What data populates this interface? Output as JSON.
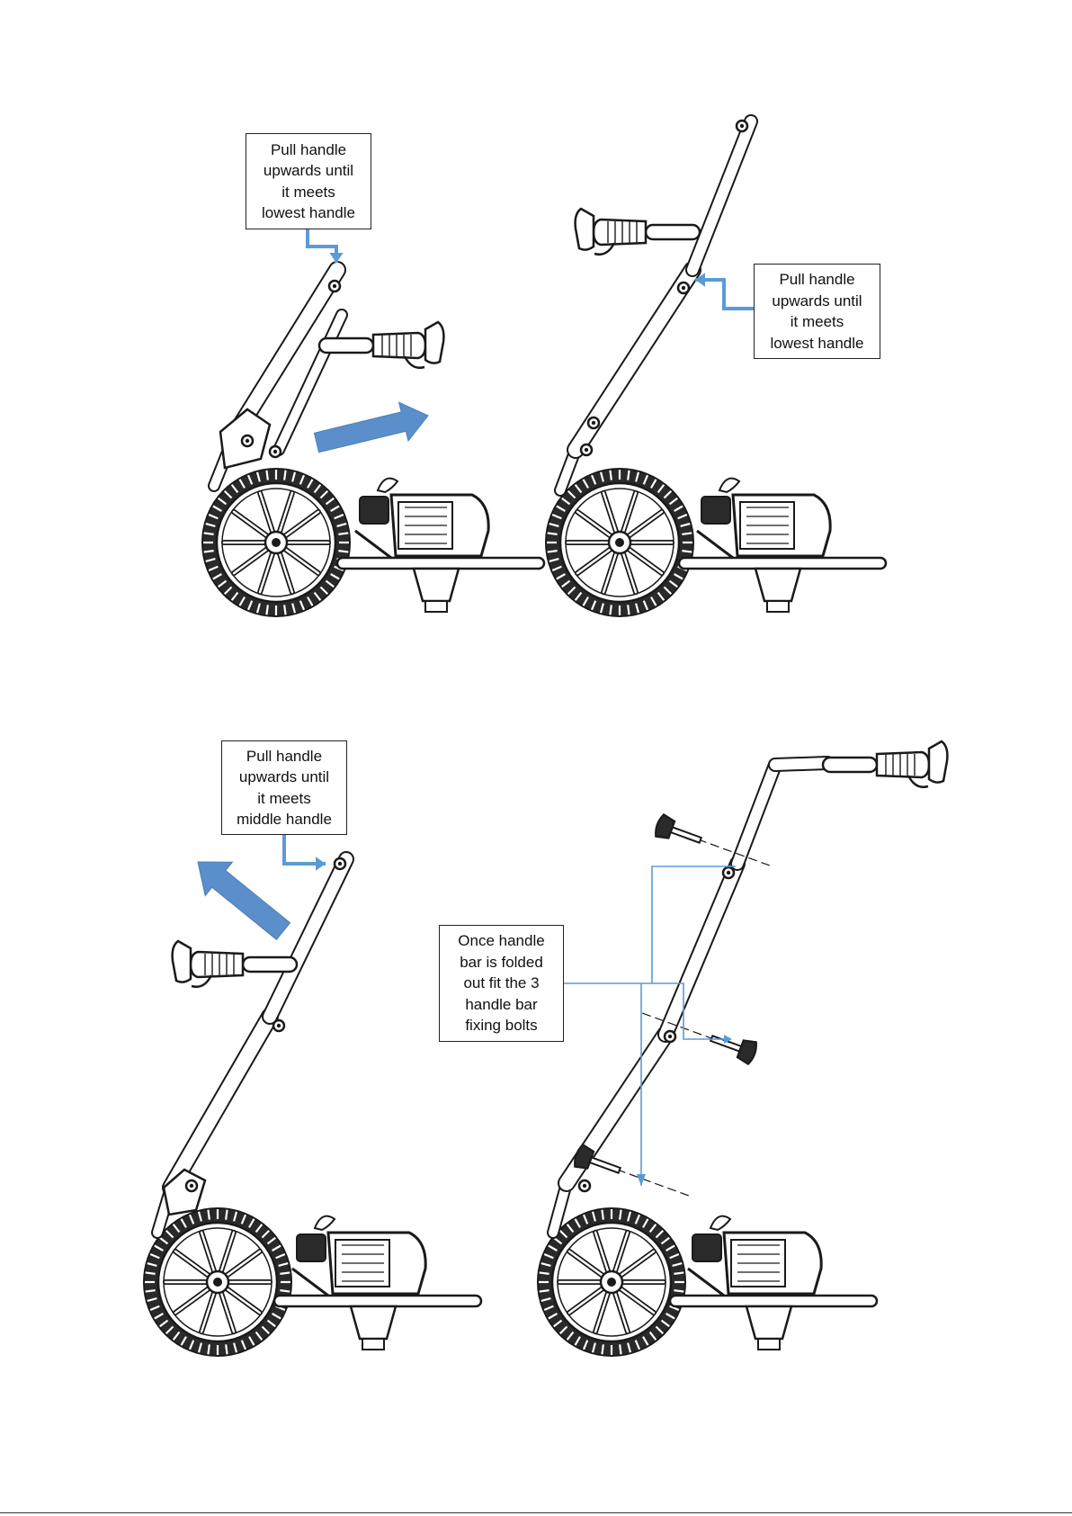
{
  "colors": {
    "line_art": "#1a1a1a",
    "accent_arrow": "#5b8fcb",
    "leader_line": "#5b9bd5",
    "background": "#ffffff"
  },
  "steps": [
    {
      "callout": {
        "lines": [
          "Pull handle",
          "upwards until",
          "it meets",
          "lowest handle"
        ]
      },
      "motion_arrow": "right"
    },
    {
      "callout": {
        "lines": [
          "Pull handle",
          "upwards until",
          "it meets",
          "lowest handle"
        ]
      },
      "motion_arrow": "none"
    },
    {
      "callout": {
        "lines": [
          "Pull handle",
          "upwards until",
          "it meets",
          "middle handle"
        ]
      },
      "motion_arrow": "up-left"
    },
    {
      "callout": {
        "lines": [
          "Once handle",
          "bar is folded",
          "out fit the 3",
          "handle bar",
          "fixing bolts"
        ]
      },
      "bolt_count": 3
    }
  ],
  "icons": {
    "trimmer": "string-trimmer-icon",
    "wheel": "wheel-icon",
    "bolt": "fixing-bolt-icon"
  }
}
